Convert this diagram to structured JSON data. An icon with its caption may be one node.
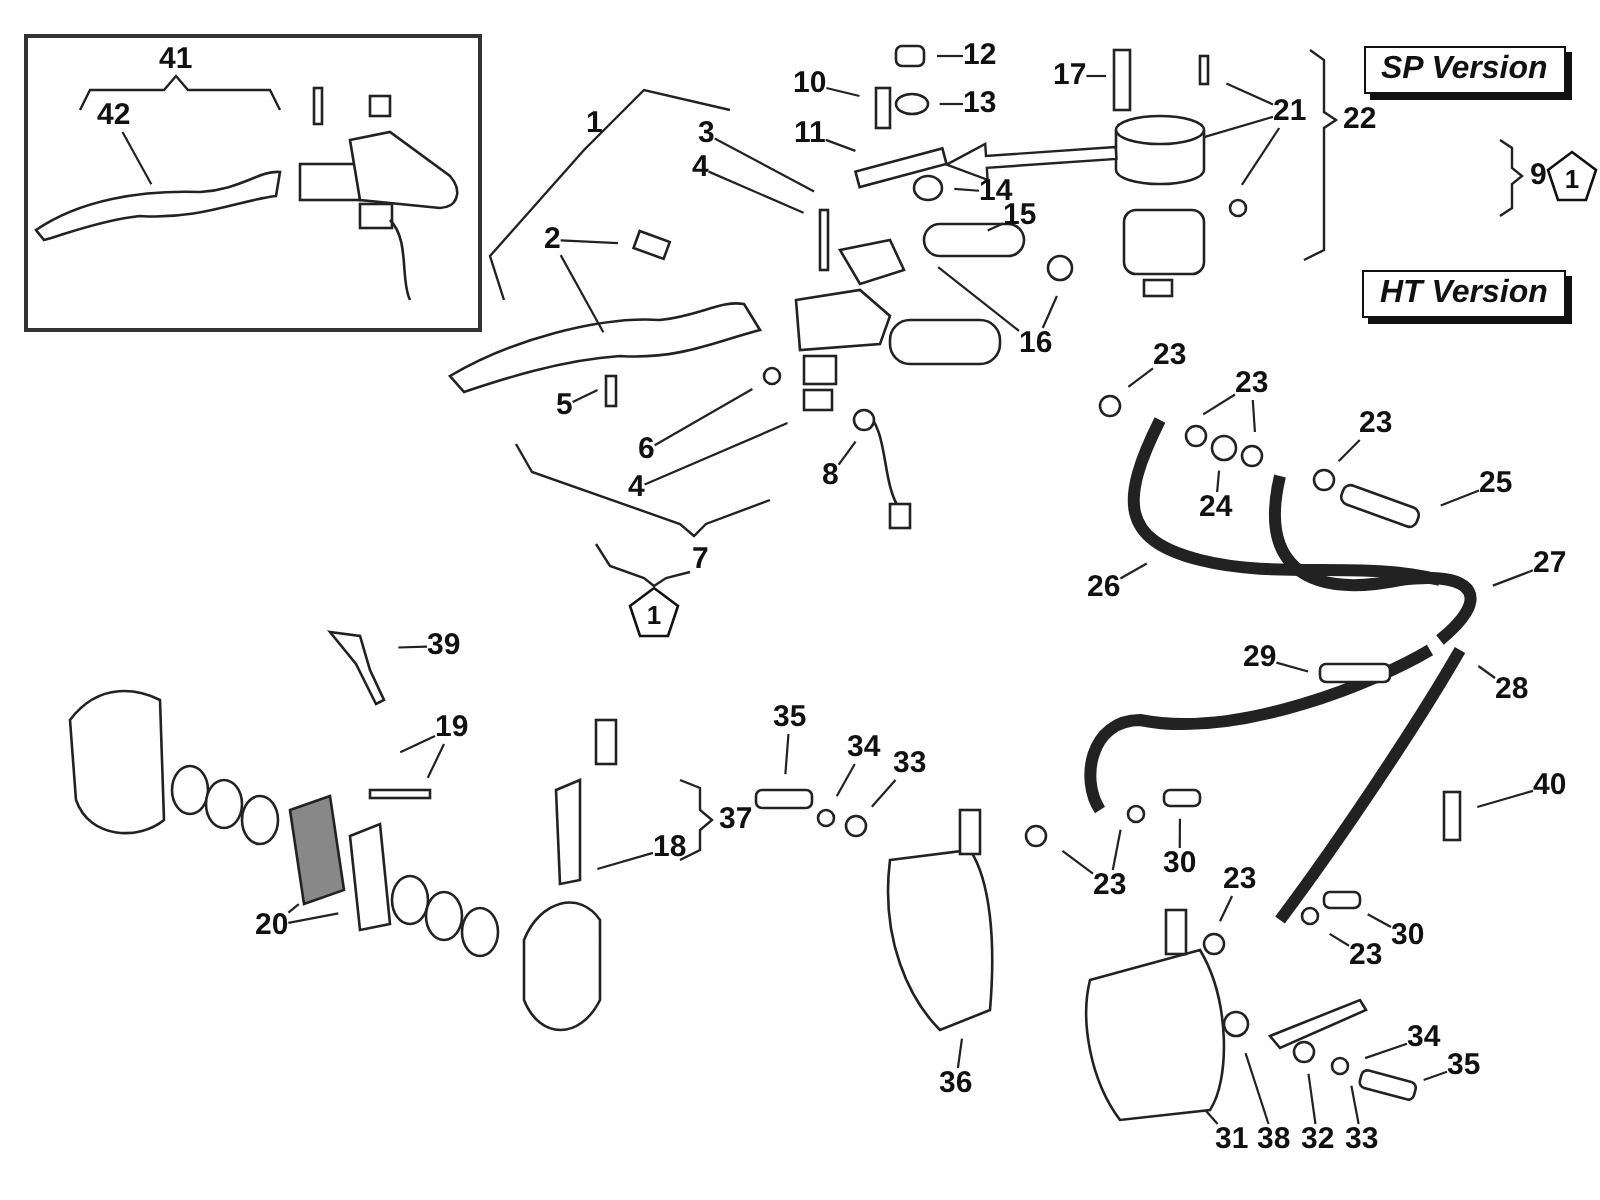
{
  "diagram": {
    "nodes": [
      {
        "text": [],
        "shape": "box"
      },
      {
        "text": [
          "42"
        ],
        "in": 0
      },
      {
        "text": [
          "12"
        ]
      },
      {
        "text": [
          "SP Version"
        ]
      },
      {
        "text": [
          "17"
        ]
      },
      {
        "text": [
          "10"
        ]
      },
      {
        "text": [
          "13"
        ]
      },
      {
        "text": [
          "21"
        ]
      },
      {
        "text": [
          "3"
        ]
      },
      {
        "text": [
          "11"
        ]
      },
      {
        "text": [
          "4"
        ]
      },
      {
        "text": [
          "1"
        ]
      },
      {
        "text": [
          "14"
        ]
      },
      {
        "text": [
          "15"
        ]
      },
      {
        "text": [
          "2"
        ]
      },
      {
        "text": [
          "HT Version"
        ]
      },
      {
        "text": [
          "16"
        ]
      },
      {
        "text": [
          "23"
        ]
      },
      {
        "text": [
          "23"
        ]
      },
      {
        "text": [
          "5"
        ]
      },
      {
        "text": [
          "23"
        ]
      },
      {
        "text": [
          "6"
        ]
      },
      {
        "text": [
          "8"
        ]
      },
      {
        "text": [
          "25"
        ]
      },
      {
        "text": [
          "4"
        ]
      },
      {
        "text": [
          "24"
        ]
      },
      {
        "text": [
          "1"
        ]
      },
      {
        "text": [
          "27"
        ]
      },
      {
        "text": [
          "26"
        ]
      },
      {
        "text": [
          "39"
        ]
      },
      {
        "text": [
          "29"
        ]
      },
      {
        "text": [
          "28"
        ]
      },
      {
        "text": [
          "35"
        ]
      },
      {
        "text": [
          "19"
        ]
      },
      {
        "text": [
          "34"
        ]
      },
      {
        "text": [
          "33"
        ]
      },
      {
        "text": [
          "40"
        ]
      },
      {
        "text": [
          "18"
        ]
      },
      {
        "text": [
          "30"
        ]
      },
      {
        "text": [
          "23"
        ]
      },
      {
        "text": [
          "23"
        ]
      },
      {
        "text": [
          "20"
        ]
      },
      {
        "text": [
          "30"
        ]
      },
      {
        "text": [
          "23"
        ]
      },
      {
        "text": [
          "34"
        ]
      },
      {
        "text": [
          "35"
        ]
      },
      {
        "text": [
          "36"
        ]
      },
      {
        "text": [
          "31"
        ]
      },
      {
        "text": [
          "38"
        ]
      },
      {
        "text": [
          "32"
        ]
      },
      {
        "text": [
          "33"
        ]
      },
      {
        "text": [],
        "shape": "bar"
      },
      {
        "text": [],
        "shape": "cylinder"
      }
    ],
    "edges": [
      {
        "from": 1,
        "to": null,
        "arrow": "none"
      },
      {
        "from": 2,
        "to": null,
        "arrow": "none"
      },
      {
        "from": 4,
        "to": null,
        "arrow": "none"
      },
      {
        "from": 5,
        "to": null,
        "arrow": "none"
      },
      {
        "from": 6,
        "to": null,
        "arrow": "none"
      },
      {
        "from": 7,
        "to": null,
        "arrow": "none"
      },
      {
        "from": 7,
        "to": 52,
        "arrow": "none"
      },
      {
        "from": 7,
        "to": null,
        "arrow": "none"
      },
      {
        "from": 8,
        "to": null,
        "arrow": "none"
      },
      {
        "from": 9,
        "to": 51,
        "arrow": "none"
      },
      {
        "from": 10,
        "to": null,
        "arrow": "none"
      },
      {
        "from": 12,
        "to": null,
        "arrow": "none"
      },
      {
        "from": 13,
        "to": null,
        "arrow": "none"
      },
      {
        "from": 14,
        "to": null,
        "arrow": "none"
      },
      {
        "from": 14,
        "to": null,
        "arrow": "none"
      },
      {
        "from": 16,
        "to": null,
        "arrow": "none"
      },
      {
        "from": 16,
        "to": null,
        "arrow": "none"
      },
      {
        "from": 17,
        "to": null,
        "arrow": "none"
      },
      {
        "from": 18,
        "to": null,
        "arrow": "none"
      },
      {
        "from": 18,
        "to": null,
        "arrow": "none"
      },
      {
        "from": 19,
        "to": null,
        "arrow": "none"
      },
      {
        "from": 20,
        "to": null,
        "arrow": "none"
      },
      {
        "from": 21,
        "to": null,
        "arrow": "none"
      },
      {
        "from": 22,
        "to": null,
        "arrow": "none"
      },
      {
        "from": 23,
        "to": null,
        "arrow": "none"
      },
      {
        "from": 24,
        "to": null,
        "arrow": "none"
      },
      {
        "from": 25,
        "to": null,
        "arrow": "none"
      },
      {
        "from": 27,
        "to": null,
        "arrow": "none"
      },
      {
        "from": 28,
        "to": null,
        "arrow": "none"
      },
      {
        "from": 29,
        "to": null,
        "arrow": "none"
      },
      {
        "from": 30,
        "to": null,
        "arrow": "none"
      },
      {
        "from": 31,
        "to": null,
        "arrow": "none"
      },
      {
        "from": 32,
        "to": null,
        "arrow": "none"
      },
      {
        "from": 33,
        "to": null,
        "arrow": "none"
      },
      {
        "from": 33,
        "to": null,
        "arrow": "none"
      },
      {
        "from": 34,
        "to": null,
        "arrow": "none"
      },
      {
        "from": 35,
        "to": null,
        "arrow": "none"
      },
      {
        "from": 36,
        "to": null,
        "arrow": "none"
      },
      {
        "from": 37,
        "to": null,
        "arrow": "none"
      },
      {
        "from": 38,
        "to": null,
        "arrow": "none"
      },
      {
        "from": 39,
        "to": null,
        "arrow": "none"
      },
      {
        "from": 40,
        "to": null,
        "arrow": "none"
      },
      {
        "from": 40,
        "to": null,
        "arrow": "none"
      },
      {
        "from": 41,
        "to": null,
        "arrow": "none"
      },
      {
        "from": 41,
        "to": null,
        "arrow": "none"
      },
      {
        "from": 42,
        "to": null,
        "arrow": "none"
      },
      {
        "from": 43,
        "to": null,
        "arrow": "none"
      },
      {
        "from": 44,
        "to": null,
        "arrow": "none"
      },
      {
        "from": 45,
        "to": null,
        "arrow": "none"
      },
      {
        "from": 46,
        "to": null,
        "arrow": "none"
      },
      {
        "from": 47,
        "to": null,
        "arrow": "none"
      },
      {
        "from": 48,
        "to": null,
        "arrow": "none"
      },
      {
        "from": 49,
        "to": null,
        "arrow": "none"
      },
      {
        "from": 50,
        "to": null,
        "arrow": "none"
      },
      {
        "from": 52,
        "to": 51,
        "arrow": "to",
        "style": "thick"
      }
    ],
    "labels": [
      "41",
      "1",
      "22",
      "9",
      "7",
      "37"
    ]
  }
}
